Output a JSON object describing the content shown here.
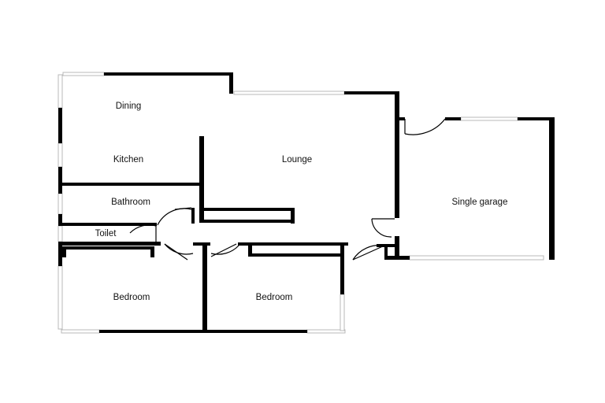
{
  "rooms": {
    "dining": "Dining",
    "kitchen": "Kitchen",
    "lounge": "Lounge",
    "bathroom": "Bathroom",
    "toilet": "Toilet",
    "bedroom_1": "Bedroom",
    "bedroom_2": "Bedroom",
    "garage": "Single garage"
  },
  "colors": {
    "wall": "#000000",
    "window": "#b8b8b8",
    "background": "#ffffff"
  }
}
